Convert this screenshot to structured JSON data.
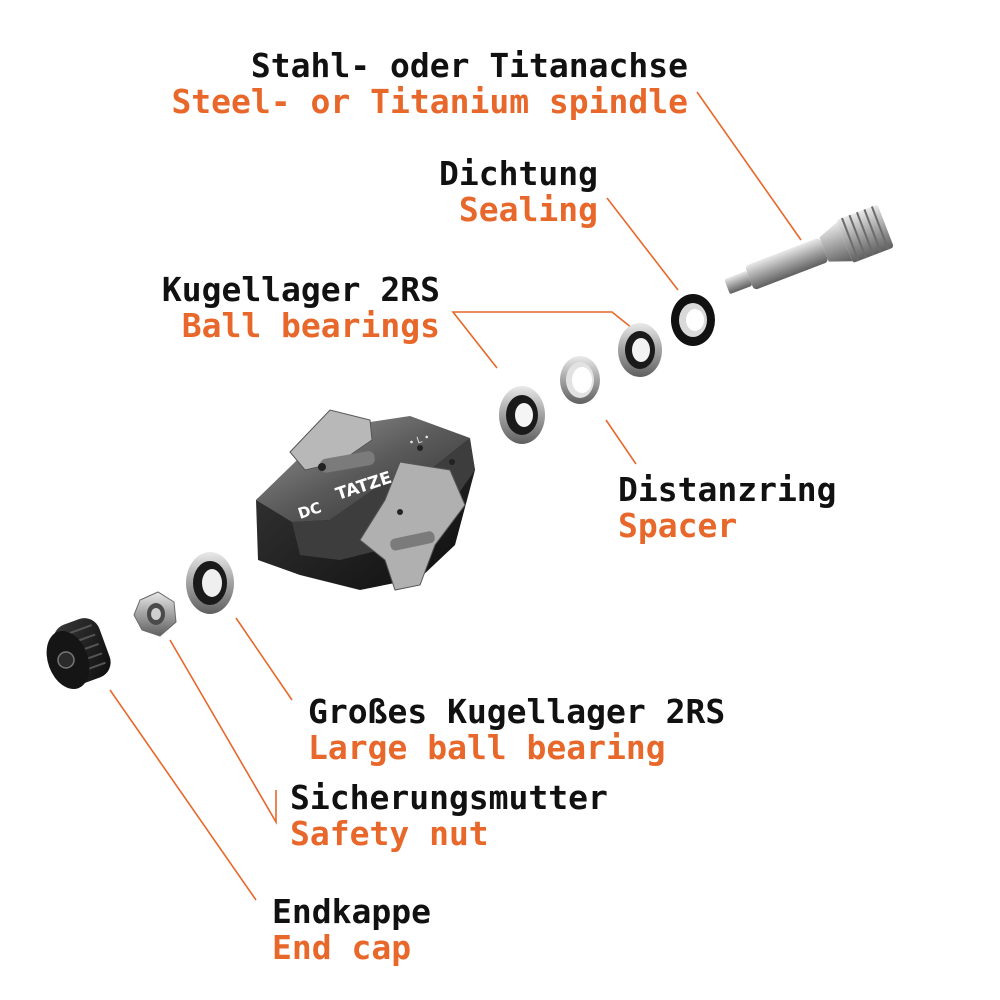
{
  "colors": {
    "text_primary": "#111111",
    "text_accent": "#e8672a",
    "leader_line": "#e8672a",
    "background": "#ffffff"
  },
  "logos": {
    "brand_mark": "DC",
    "model_name": "TATZE",
    "side_marker": "• L •"
  },
  "labels": {
    "spindle": {
      "de": "Stahl- oder Titanachse",
      "en": "Steel- or Titanium spindle"
    },
    "sealing": {
      "de": "Dichtung",
      "en": "Sealing"
    },
    "ball_bearings": {
      "de": "Kugellager 2RS",
      "en": "Ball bearings"
    },
    "spacer": {
      "de": "Distanzring",
      "en": "Spacer"
    },
    "large_bearing": {
      "de": "Großes Kugellager 2RS",
      "en": "Large ball bearing"
    },
    "safety_nut": {
      "de": "Sicherungsmutter",
      "en": "Safety nut"
    },
    "end_cap": {
      "de": "Endkappe",
      "en": "End cap"
    }
  }
}
